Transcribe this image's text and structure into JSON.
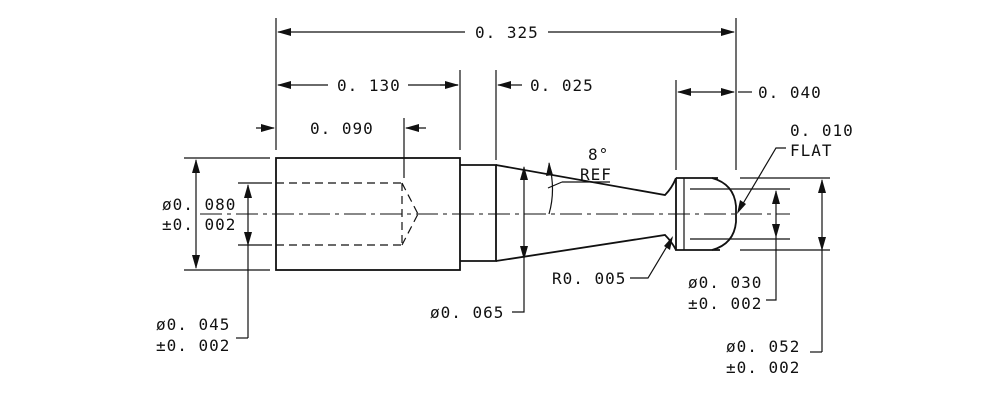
{
  "dimensions": {
    "overall_length": "0. 325",
    "body_length": "0. 130",
    "bore_depth": "0. 090",
    "neck_length": "0. 025",
    "tip_length": "0. 040",
    "tip_flat": "0. 010",
    "tip_flat_note": "FLAT",
    "taper_angle": "8°",
    "taper_ref": "REF",
    "tip_radius": "R0. 005",
    "neck_diameter": "ø0. 065",
    "body_diameter": "ø0. 080",
    "body_diameter_tol": "±0. 002",
    "bore_diameter": "ø0. 045",
    "bore_diameter_tol": "±0. 002",
    "tip_diameter": "ø0. 030",
    "tip_diameter_tol": "±0. 002",
    "head_diameter": "ø0. 052",
    "head_diameter_tol": "±0. 002"
  }
}
